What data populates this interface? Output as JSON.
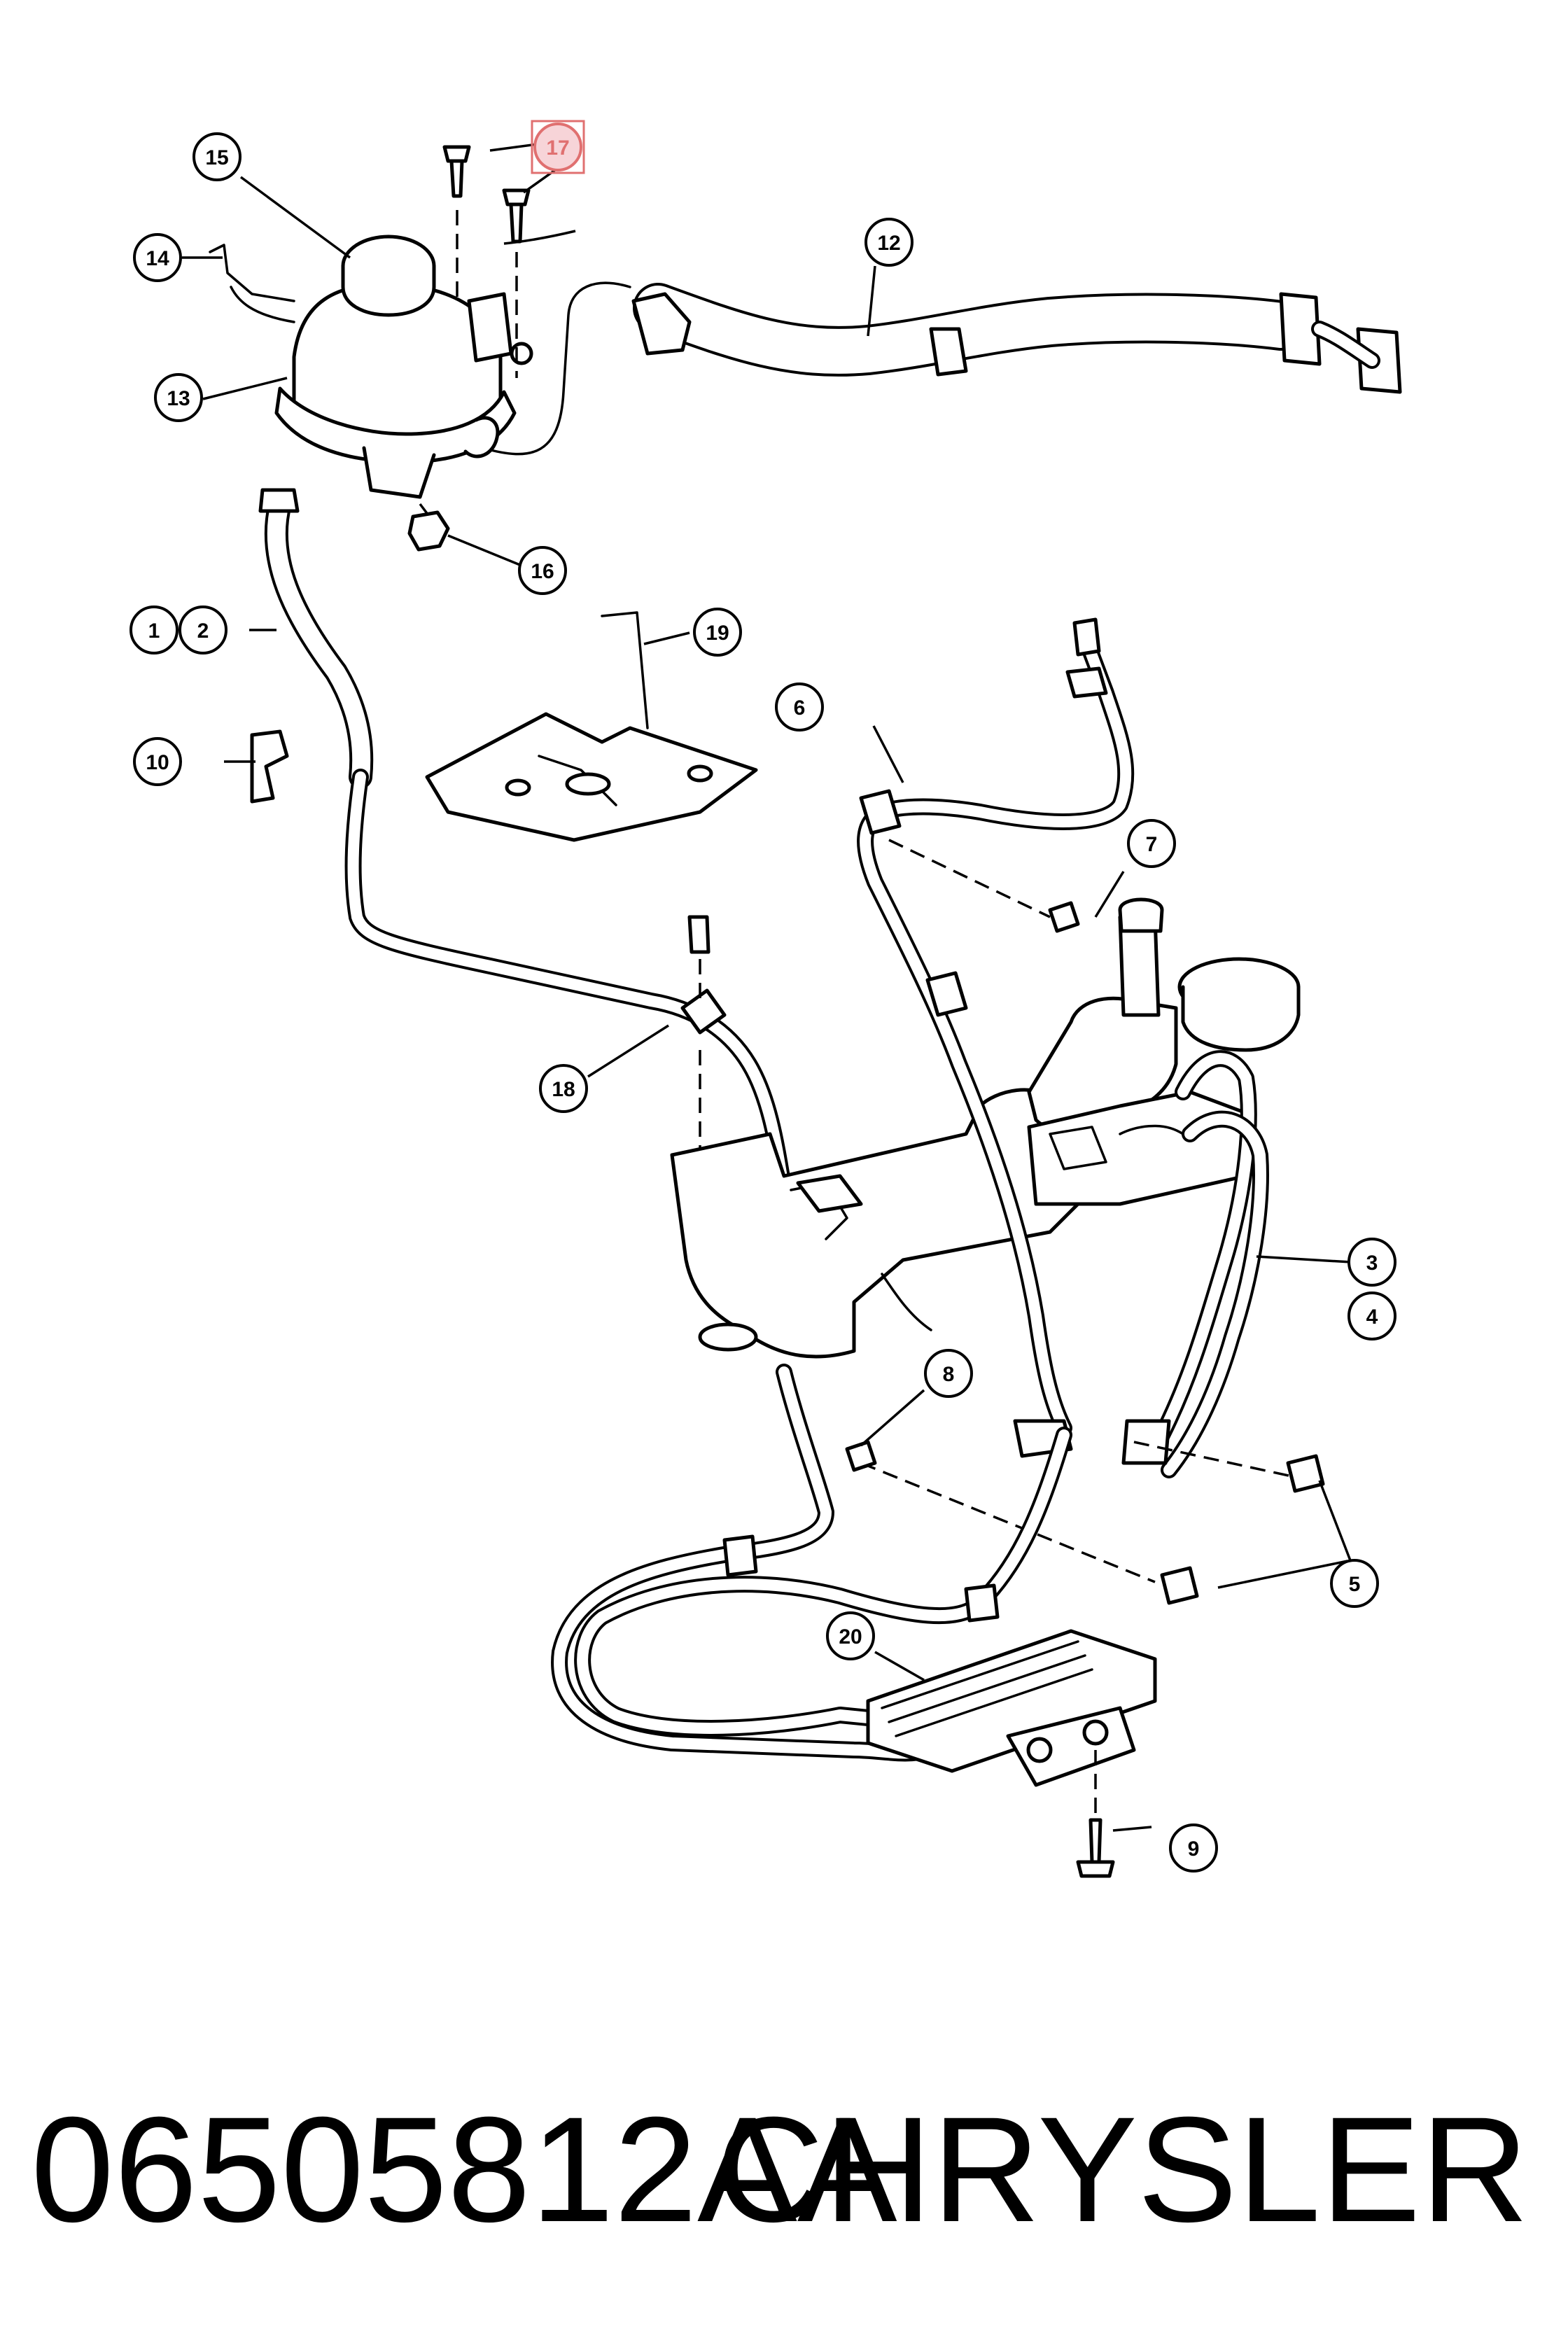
{
  "callouts": [
    {
      "label": "1"
    },
    {
      "label": "2"
    },
    {
      "label": "3"
    },
    {
      "label": "4"
    },
    {
      "label": "5"
    },
    {
      "label": "6"
    },
    {
      "label": "7"
    },
    {
      "label": "8"
    },
    {
      "label": "9"
    },
    {
      "label": "10"
    },
    {
      "label": "12"
    },
    {
      "label": "13"
    },
    {
      "label": "14"
    },
    {
      "label": "15"
    },
    {
      "label": "16"
    },
    {
      "label": "17"
    },
    {
      "label": "18"
    },
    {
      "label": "19"
    },
    {
      "label": "20"
    }
  ],
  "highlighted_callout": "17",
  "highlight_color": "#e07070",
  "footer": {
    "part_number": "06505812AA",
    "brand": "CHRYSLER"
  }
}
